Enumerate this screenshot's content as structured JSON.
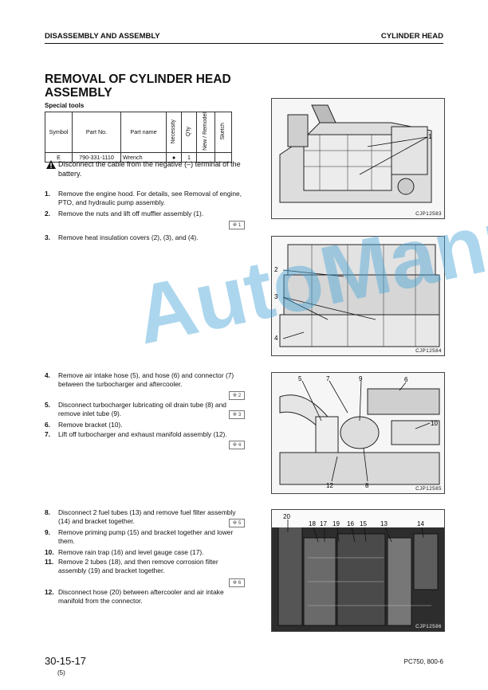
{
  "header": {
    "left": "DISASSEMBLY AND ASSEMBLY",
    "right": "CYLINDER HEAD"
  },
  "title": "REMOVAL OF CYLINDER HEAD ASSEMBLY",
  "special_tools": {
    "label": "Special tools",
    "columns": [
      "Symbol",
      "Part No.",
      "Part name",
      "Necessity",
      "Q'ty",
      "New / Remodel",
      "Sketch"
    ],
    "row": {
      "symbol": "E",
      "part_no": "790-331-1110",
      "part_name": "Wrench",
      "necessity": "●",
      "qty": "1",
      "new_remodel": "",
      "sketch": ""
    }
  },
  "warning": "Disconnect the cable from the negative (–) terminal of the battery.",
  "steps": [
    {
      "num": "1.",
      "text": "Remove the engine hood. For details, see Removal of engine, PTO, and hydraulic pump assembly."
    },
    {
      "num": "2.",
      "text": "Remove the nuts and lift off muffler assembly (1).",
      "ref": "※ 1"
    },
    {
      "num": "3.",
      "text": "Remove heat insulation covers (2), (3), and (4)."
    },
    {
      "num": "4.",
      "text": "Remove air intake hose (5), and hose (6) and connector (7) between the turbocharger and aftercooler.",
      "ref": "※ 2"
    },
    {
      "num": "5.",
      "text": "Disconnect turbocharger lubricating oil drain tube (8) and remove inlet tube (9).",
      "ref": "※ 3"
    },
    {
      "num": "6.",
      "text": "Remove bracket (10)."
    },
    {
      "num": "7.",
      "text": "Lift off turbocharger and exhaust manifold assembly (12).",
      "ref": "※ 4"
    },
    {
      "num": "8.",
      "text": "Disconnect 2 fuel tubes (13) and remove fuel filter assembly (14) and bracket together.",
      "ref": "※ 5"
    },
    {
      "num": "9.",
      "text": "Remove priming pump (15) and bracket together and lower them."
    },
    {
      "num": "10.",
      "text": "Remove rain trap (16) and level gauge case (17)."
    },
    {
      "num": "11.",
      "text": "Remove 2 tubes (18), and then remove corrosion filter assembly (19) and bracket together.",
      "ref": "※ 6"
    },
    {
      "num": "12.",
      "text": "Disconnect hose (20) between aftercooler and air intake manifold from the connector."
    }
  ],
  "figures": [
    {
      "caption": "CJP12583",
      "callouts": [
        "1"
      ]
    },
    {
      "caption": "CJP12584",
      "callouts": [
        "2",
        "3",
        "4"
      ]
    },
    {
      "caption": "CJP12585",
      "callouts": [
        "5",
        "7",
        "9",
        "6",
        "10",
        "12",
        "8"
      ]
    },
    {
      "caption": "CJP12586",
      "callouts": [
        "20",
        "18",
        "17",
        "19",
        "16",
        "15",
        "13",
        "14"
      ]
    }
  ],
  "watermark": "AutoManual",
  "footer": {
    "page": "30-15-17",
    "rev": "(5)",
    "model": "PC750, 800-6"
  }
}
